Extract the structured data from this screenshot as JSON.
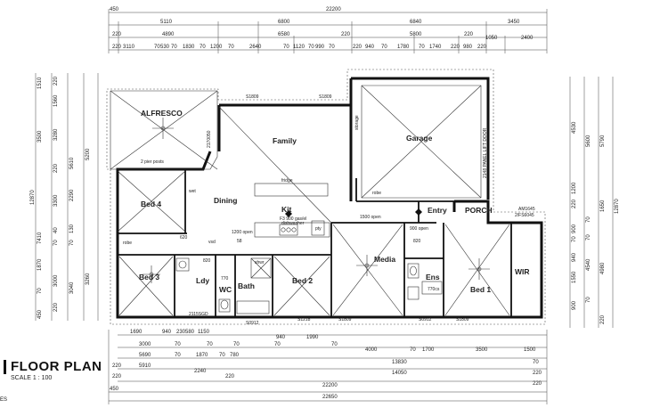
{
  "title": "FLOOR PLAN",
  "scale": "SCALE 1 : 100",
  "edge_mark": "ES",
  "rooms": {
    "alfresco": "ALFRESCO",
    "family": "Family",
    "garage": "Garage",
    "bed4": "Bed 4",
    "dining": "Dining",
    "kit": "Kit",
    "entry": "Entry",
    "porch": "PORCH",
    "bed3": "Bed 3",
    "ldy": "Ldy",
    "wc": "WC",
    "bath": "Bath",
    "bed2": "Bed 2",
    "media": "Media",
    "ens": "Ens",
    "bed1": "Bed 1",
    "wir": "WIR"
  },
  "top_dims": {
    "row1": [
      "450",
      "22200"
    ],
    "row2": [
      "5110",
      "6800",
      "6840",
      "3450"
    ],
    "row3": [
      "220",
      "4890",
      "6580",
      "220",
      "5800",
      "220",
      "1050",
      "2400"
    ],
    "row4": [
      "220",
      "3110",
      "70",
      "530",
      "70",
      "1830",
      "70",
      "1200",
      "70",
      "2640",
      "70",
      "1120",
      "70",
      "990",
      "70",
      "220",
      "940",
      "70",
      "1780",
      "70",
      "1740",
      "220",
      "980",
      "220"
    ]
  },
  "bottom_dims": {
    "row1": [
      "1690",
      "940",
      "230",
      "580",
      "1150",
      "940",
      "1990"
    ],
    "row2": [
      "3000",
      "70",
      "70",
      "70",
      "70",
      "70",
      "4000",
      "70",
      "1700",
      "3500",
      "1500"
    ],
    "row3": [
      "5690",
      "70",
      "1870",
      "70",
      "780",
      "13830",
      "70",
      "220"
    ],
    "row4": [
      "5910",
      "2240",
      "14050"
    ],
    "row5": [
      "220",
      "220",
      "220",
      "220"
    ],
    "row6": [
      "450",
      "22200"
    ],
    "row7": [
      "22650"
    ]
  },
  "left_dims": [
    "1510",
    "220",
    "1560",
    "3500",
    "3280",
    "12870",
    "5610",
    "5200",
    "220",
    "3300",
    "2290",
    "7410",
    "40",
    "70",
    "130",
    "70",
    "1870",
    "3000",
    "3040",
    "3260",
    "70",
    "450",
    "220"
  ],
  "right_dims": [
    "4530",
    "5600",
    "5790",
    "12870",
    "1200",
    "220",
    "1650",
    "70",
    "4540",
    "4980",
    "1550",
    "900",
    "70",
    "70",
    "940",
    "900",
    "70",
    "220"
  ],
  "notes": {
    "n1": "S1809",
    "n2": "S1809",
    "n3": "2 pier posts",
    "n4": "2170050",
    "n5": "wet",
    "n6": "vsd",
    "n7": "robe",
    "n8": "1200 open",
    "n9": "F3 900 gas/el",
    "n10": "dishwasher",
    "n11": "1500 open",
    "n12": "900 open",
    "n13": "2148 PANEL LIFT DOOR",
    "n14": "770cs",
    "n15": "2115SGD",
    "n16": "S0912",
    "n17": "S1218",
    "n18": "S1809",
    "n19": "S0912",
    "n20": "S1809",
    "n21": "AM1645",
    "n22": "2/FS6045",
    "n23": "620",
    "n24": "58",
    "n25": "shwr",
    "n26": "770",
    "n27": "820",
    "n28": "820",
    "n29": "storage",
    "n30": "fridge",
    "n31": "pty",
    "n32": "robe"
  }
}
